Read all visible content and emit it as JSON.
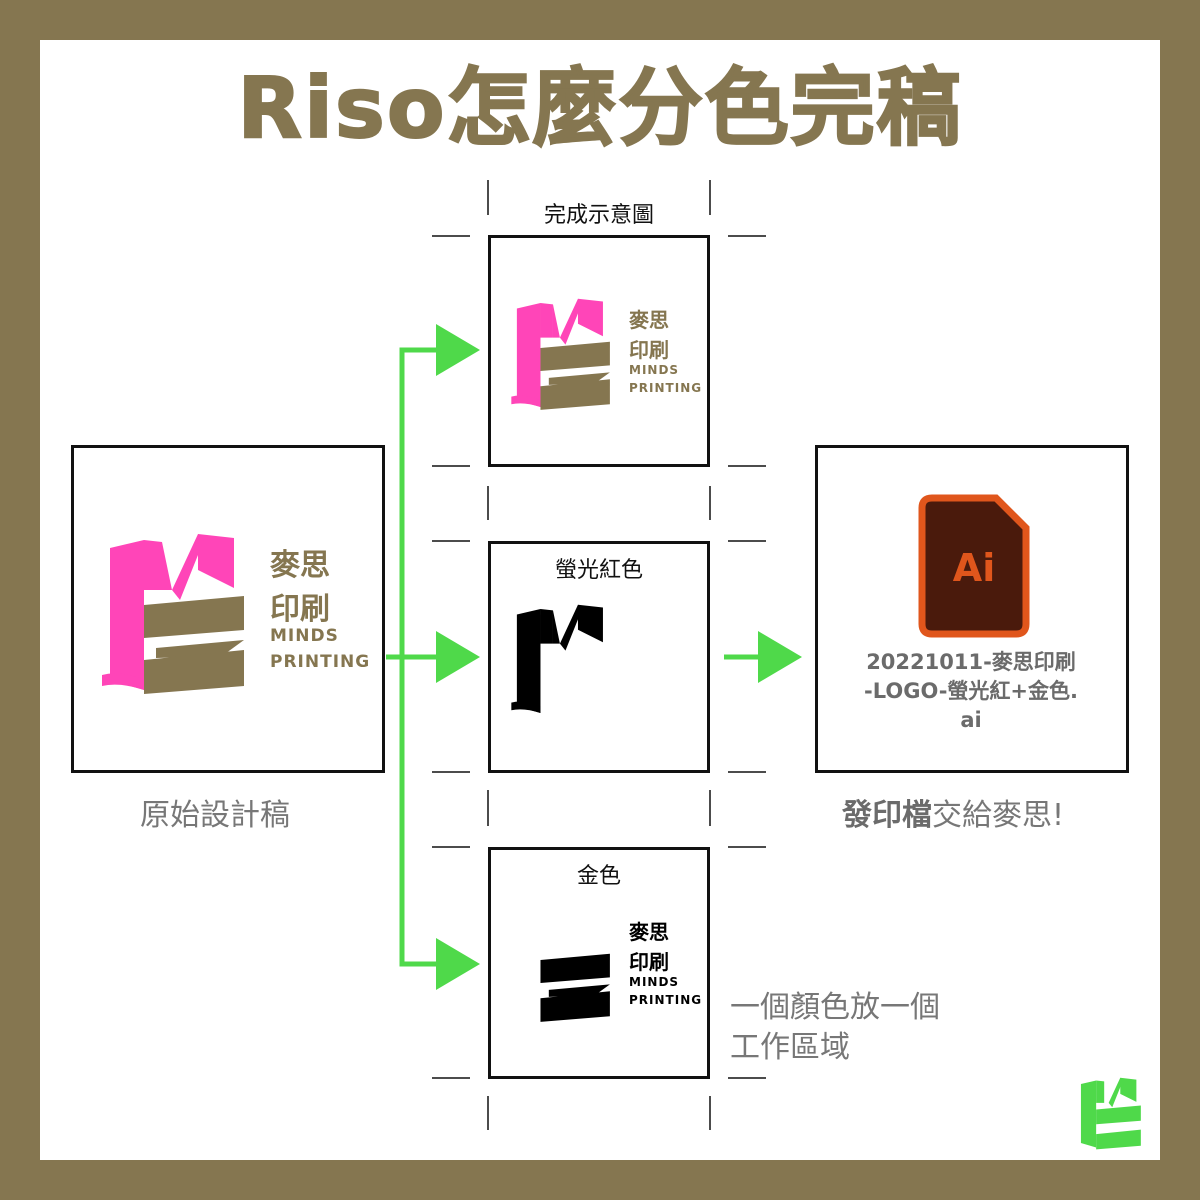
{
  "title": "Riso怎麼分色完稿",
  "original": {
    "caption": "原始設計稿",
    "logo_cn_line1": "麥思",
    "logo_cn_line2": "印刷",
    "logo_en_line1": "MINDS",
    "logo_en_line2": "PRINTING"
  },
  "preview": {
    "caption": "完成示意圖",
    "logo_cn_line1": "麥思",
    "logo_cn_line2": "印刷",
    "logo_en_line1": "MINDS",
    "logo_en_line2": "PRINTING"
  },
  "pink_layer": {
    "caption": "螢光紅色"
  },
  "gold_layer": {
    "caption": "金色",
    "logo_cn_line1": "麥思",
    "logo_cn_line2": "印刷",
    "logo_en_line1": "MINDS",
    "logo_en_line2": "PRINTING"
  },
  "output": {
    "file_icon_label": "Ai",
    "file_icon": "illustrator-file-icon",
    "filename_line1": "20221011-麥思印刷",
    "filename_line2": "-LOGO-螢光紅+金色.",
    "filename_line3": "ai",
    "caption_bold": "發印檔",
    "caption_rest": "交給麥思!"
  },
  "note": {
    "line1": "一個顏色放一個",
    "line2": "工作區域"
  },
  "colors": {
    "gold": "#857650",
    "pink": "#ff45b8",
    "green_arrow": "#4fd94a",
    "ai_orange": "#e0561c",
    "ai_dark": "#4a1a0c"
  }
}
